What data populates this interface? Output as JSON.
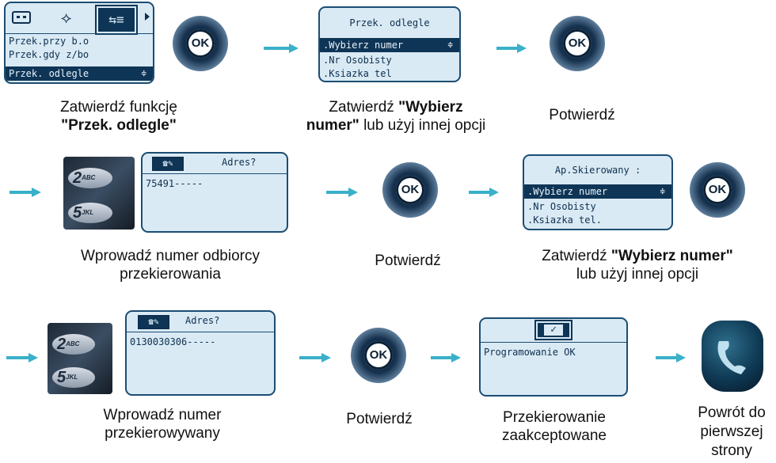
{
  "screen1": {
    "icons": [
      "keyboard-icon",
      "running-man-icon",
      "forward-menu-icon",
      "right-arrow-icon"
    ],
    "items": [
      "Przek.przy b.o",
      "Przek.gdy z/bo"
    ],
    "selected": "Przek. odlegle",
    "updown": "≑"
  },
  "screen2": {
    "title": "Przek. odlegle",
    "selected": ".Wybierz numer",
    "items": [
      ".Nr Osobisty",
      ".Ksiazka tel"
    ],
    "updown": "≑"
  },
  "screen3": {
    "title": "Adres?",
    "value": "75491-----"
  },
  "screen4": {
    "title": "Ap.Skierowany :",
    "selected": ".Wybierz numer",
    "items": [
      ".Nr Osobisty",
      ".Ksiazka tel."
    ],
    "updown": "≑"
  },
  "screen5": {
    "title": "Adres?",
    "value": "0130030306-----"
  },
  "screen6": {
    "message": "Programowanie OK"
  },
  "ok_label": "OK",
  "keypad": {
    "key1": "2",
    "key1_sub": "ABC",
    "key2": "5",
    "key2_sub": "JKL"
  },
  "captions": {
    "c1_line1": "Zatwierdź funkcję",
    "c1_line2": "\"Przek. odlegle\"",
    "c2_line1_a": "Zatwierdź ",
    "c2_line1_b": "\"Wybierz",
    "c2_line2_a": "numer\"",
    "c2_line2_b": " lub użyj innej opcji",
    "c3": "Potwierdź",
    "c4_line1": "Wprowadź numer odbiorcy",
    "c4_line2": "przekierowania",
    "c5": "Potwierdź",
    "c6_line1_a": "Zatwierdź ",
    "c6_line1_b": "\"Wybierz numer\"",
    "c6_line2": "lub użyj innej opcji",
    "c7_line1": "Wprowadź numer",
    "c7_line2": "przekierowywany",
    "c8": "Potwierdź",
    "c9_line1": "Przekierowanie",
    "c9_line2": "zaakceptowane",
    "c10_line1": "Powrót do",
    "c10_line2": "pierwszej",
    "c10_line3": "strony"
  },
  "colors": {
    "arrow": "#3ab0c9",
    "lcd_bg": "#d9eaf4",
    "lcd_border": "#1c4d73",
    "ok_dark": "#0b2036"
  }
}
